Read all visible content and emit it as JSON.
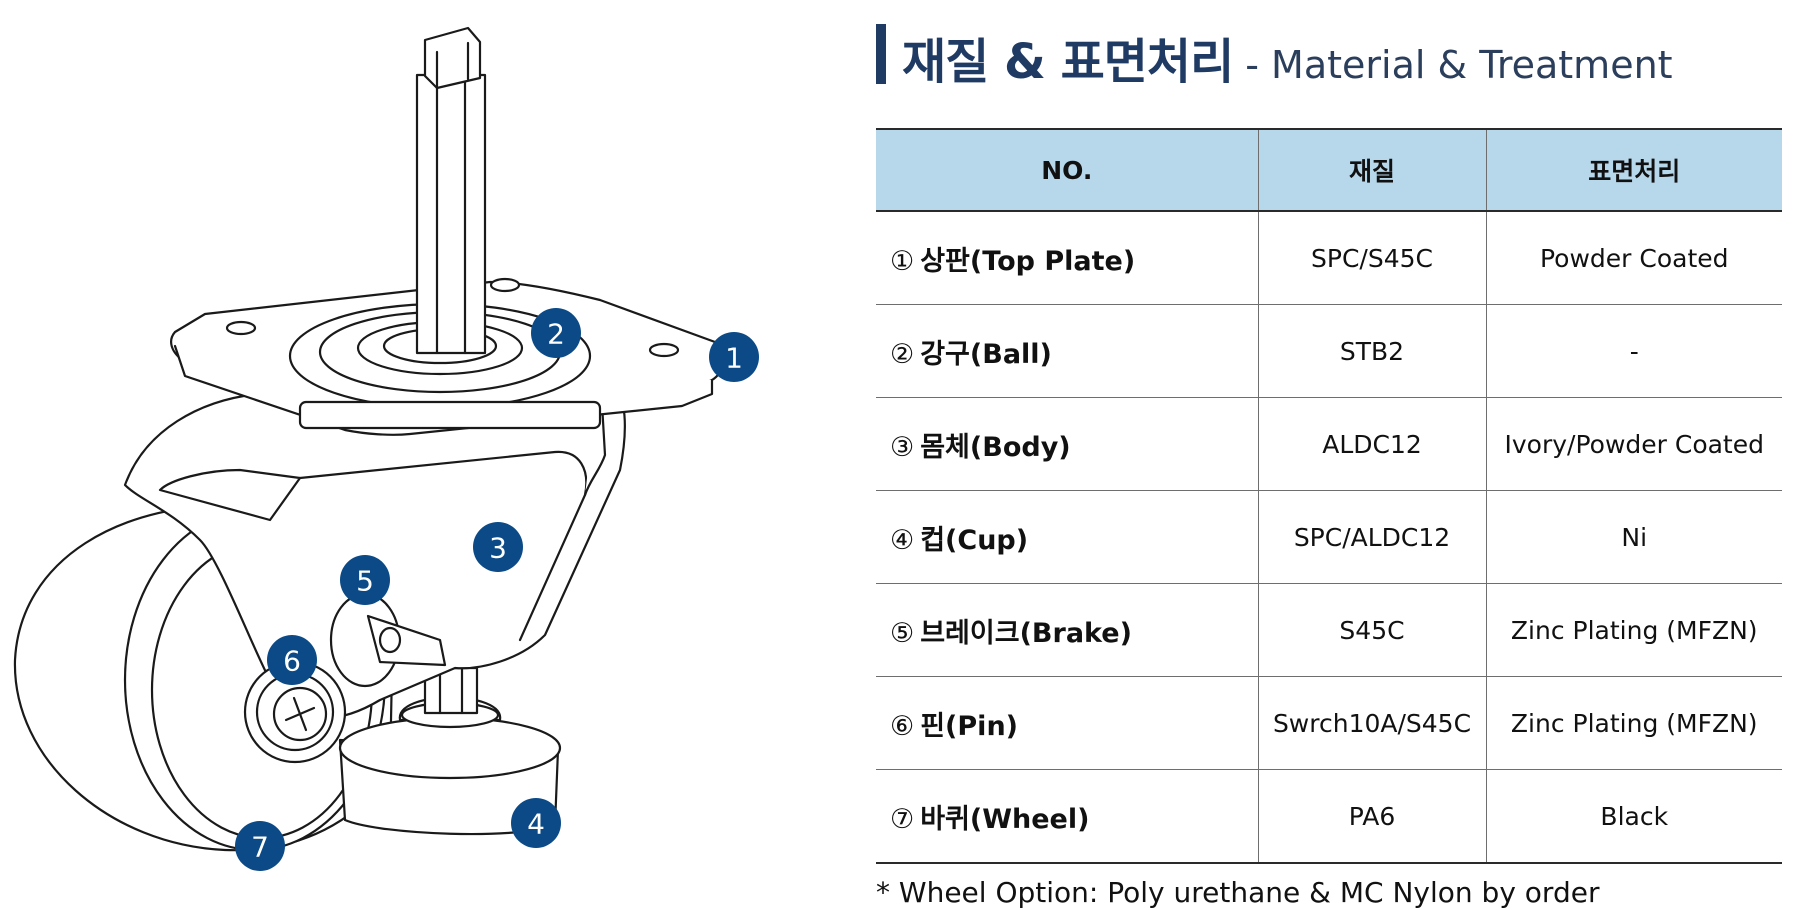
{
  "title": {
    "ko": "재질 & 표면처리",
    "en": "- Material & Treatment"
  },
  "table": {
    "headers": [
      "NO.",
      "재질",
      "표면처리"
    ],
    "rows": [
      {
        "num": "①",
        "name": "상판(Top Plate)",
        "material": "SPC/S45C",
        "treatment": "Powder Coated"
      },
      {
        "num": "②",
        "name": "강구(Ball)",
        "material": "STB2",
        "treatment": "-"
      },
      {
        "num": "③",
        "name": "몸체(Body)",
        "material": "ALDC12",
        "treatment": "Ivory/Powder Coated"
      },
      {
        "num": "④",
        "name": "컵(Cup)",
        "material": "SPC/ALDC12",
        "treatment": "Ni"
      },
      {
        "num": "⑤",
        "name": "브레이크(Brake)",
        "material": "S45C",
        "treatment": "Zinc Plating (MFZN)"
      },
      {
        "num": "⑥",
        "name": "핀(Pin)",
        "material": "Swrch10A/S45C",
        "treatment": "Zinc Plating (MFZN)"
      },
      {
        "num": "⑦",
        "name": "바퀴(Wheel)",
        "material": "PA6",
        "treatment": "Black"
      }
    ]
  },
  "footnote": "* Wheel Option: Poly urethane & MC Nylon by order",
  "diagram": {
    "callouts": [
      "1",
      "2",
      "3",
      "4",
      "5",
      "6",
      "7"
    ],
    "callout_color": "#0b4a86"
  },
  "colors": {
    "accent": "#1f3a63",
    "header_bg": "#b7d7ea"
  }
}
